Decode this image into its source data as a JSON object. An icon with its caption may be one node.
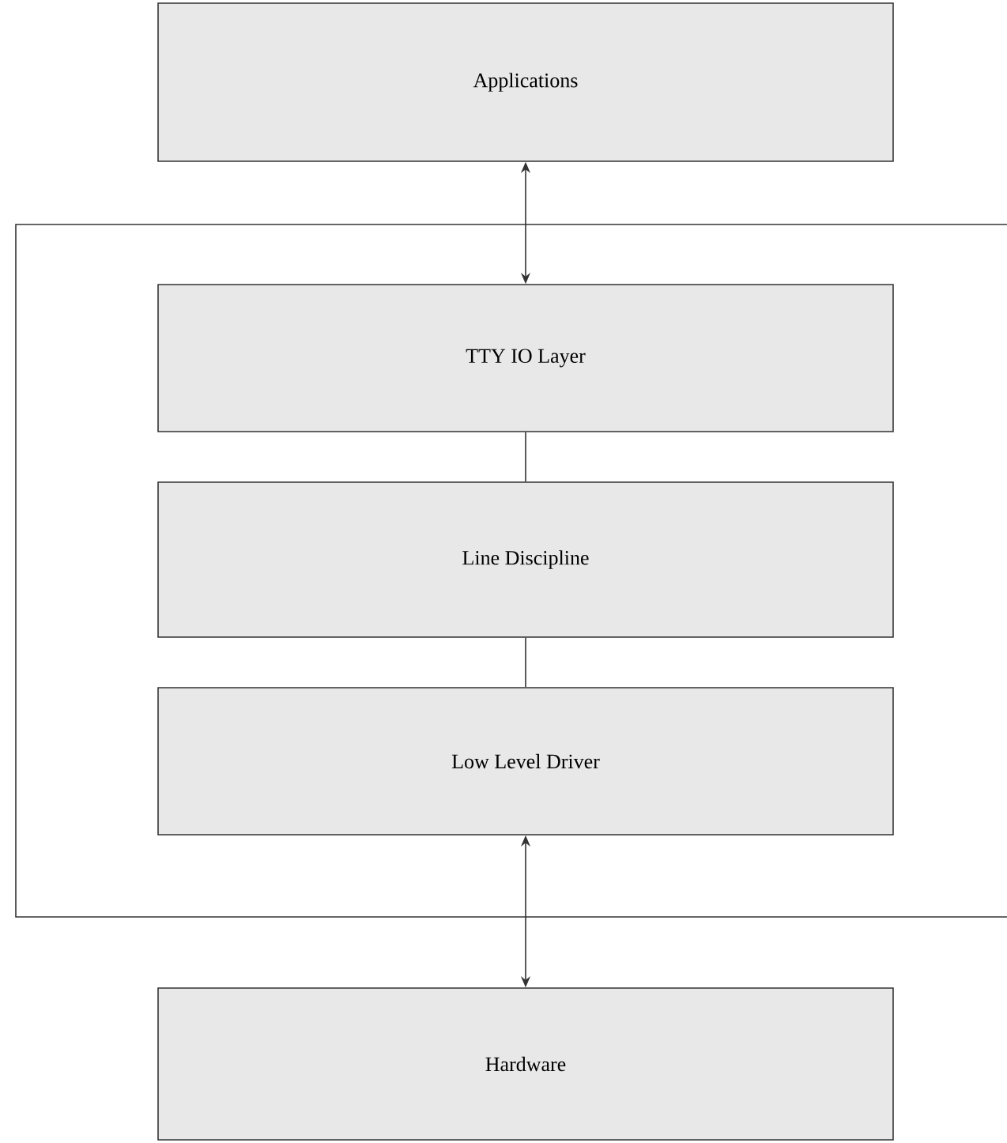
{
  "diagram": {
    "nodes": [
      {
        "text": [
          "Applications"
        ]
      },
      {
        "text": [],
        "shape": "box"
      },
      {
        "text": [
          "TTY IO Layer"
        ],
        "in": 1
      },
      {
        "text": [
          "Line Discipline"
        ],
        "in": 1
      },
      {
        "text": [
          "Low Level Driver"
        ],
        "in": 1
      },
      {
        "text": [
          "Hardware"
        ]
      }
    ],
    "edges": [
      {
        "from": 0,
        "to": 2,
        "arrow": "both"
      },
      {
        "from": 2,
        "to": 3,
        "arrow": "none"
      },
      {
        "from": 3,
        "to": 4,
        "arrow": "none"
      },
      {
        "from": 4,
        "to": 5,
        "arrow": "both"
      }
    ]
  }
}
